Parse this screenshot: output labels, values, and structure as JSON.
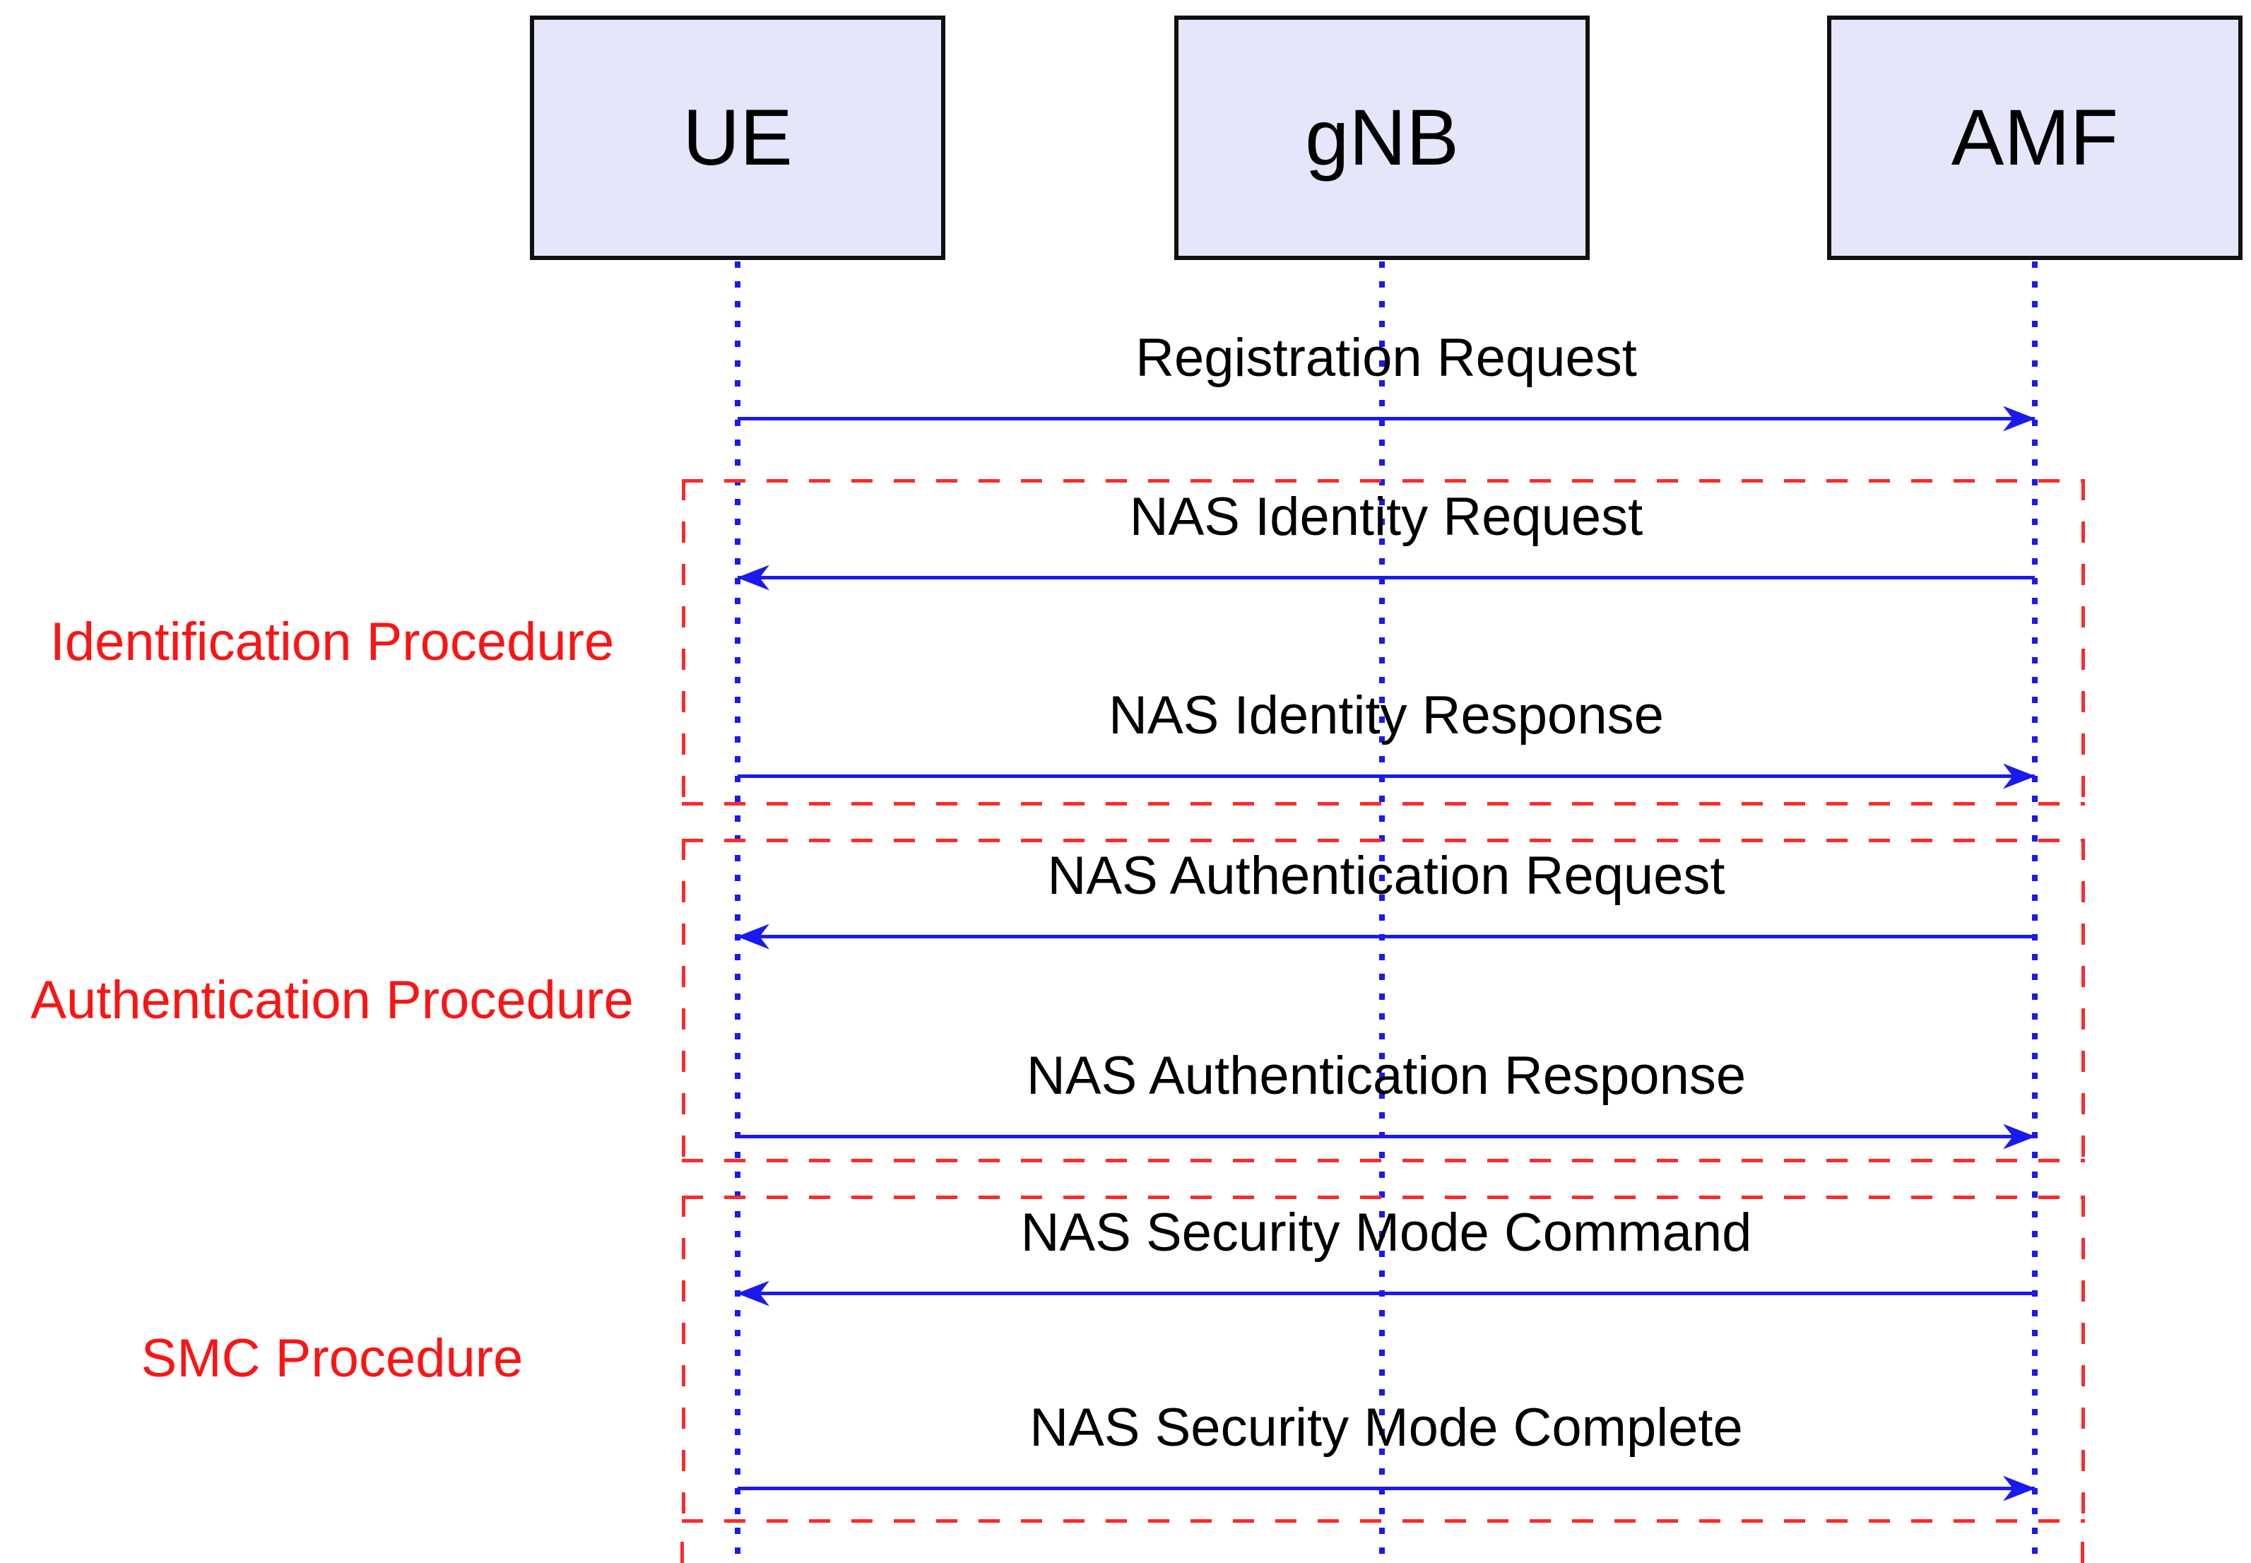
{
  "actors": [
    {
      "label": "UE"
    },
    {
      "label": "gNB"
    },
    {
      "label": "AMF"
    }
  ],
  "messages": [
    {
      "label": "Registration Request",
      "from": "UE",
      "to": "AMF",
      "direction": "right",
      "group": null
    },
    {
      "label": "NAS Identity Request",
      "from": "AMF",
      "to": "UE",
      "direction": "left",
      "group": "Identification Procedure"
    },
    {
      "label": "NAS Identity Response",
      "from": "UE",
      "to": "AMF",
      "direction": "right",
      "group": "Identification Procedure"
    },
    {
      "label": "NAS Authentication Request",
      "from": "AMF",
      "to": "UE",
      "direction": "left",
      "group": "Authentication Procedure"
    },
    {
      "label": "NAS Authentication Response",
      "from": "UE",
      "to": "AMF",
      "direction": "right",
      "group": "Authentication Procedure"
    },
    {
      "label": "NAS Security Mode Command",
      "from": "AMF",
      "to": "UE",
      "direction": "left",
      "group": "SMC Procedure"
    },
    {
      "label": "NAS Security Mode Complete",
      "from": "UE",
      "to": "AMF",
      "direction": "right",
      "group": "SMC Procedure"
    }
  ],
  "groups": [
    {
      "label": "Identification Procedure"
    },
    {
      "label": "Authentication Procedure"
    },
    {
      "label": "SMC Procedure"
    }
  ],
  "colors": {
    "background": "#ffffff",
    "actor_fill": "#e6e6fa",
    "actor_border": "#111111",
    "message_blue": "#1a1aee",
    "group_red": "#fb2b2b",
    "group_label_red": "#fb1414",
    "message_text": "#000000"
  }
}
